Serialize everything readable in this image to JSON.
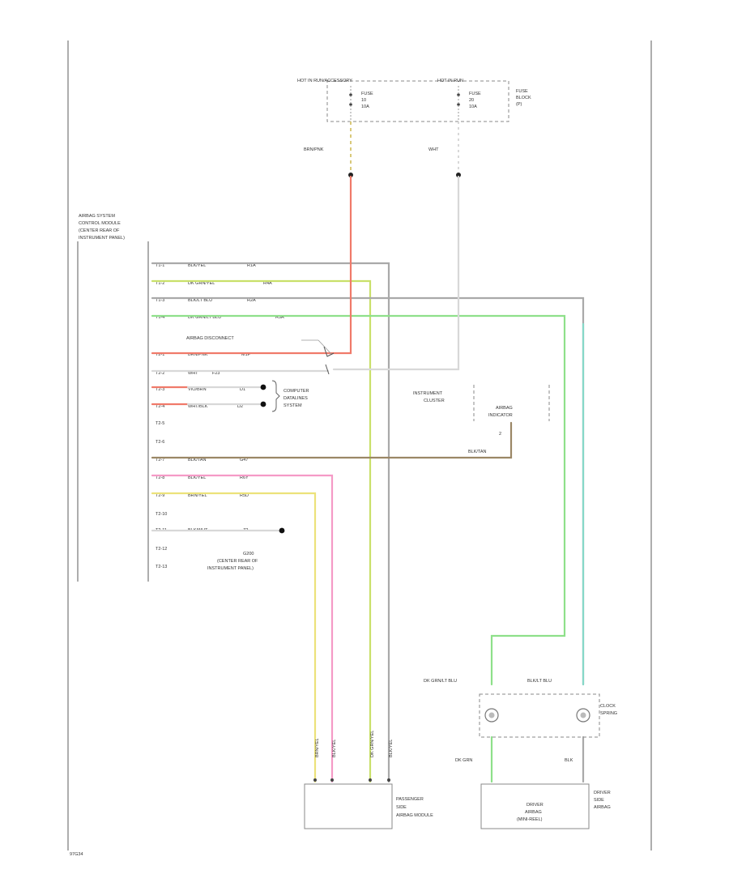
{
  "colors": {
    "red": "#f07a6a",
    "pink": "#f59ac6",
    "yellow": "#ece27a",
    "yellow_green": "#c9e06a",
    "green": "#8ee08a",
    "light_blue": "#86d8c8",
    "brown": "#9b8766",
    "gray": "#a9a9a9",
    "light_gray": "#d8d8d8",
    "black": "#111111"
  },
  "fuse_block": {
    "left_header": "HOT IN RUN/ACCESSORY",
    "right_header": "HOT IN RUN",
    "side_label": [
      "FUSE",
      "BLOCK",
      "(P)"
    ],
    "fuse_left": [
      "FUSE",
      "10",
      "10A"
    ],
    "fuse_right": [
      "FUSE",
      "20",
      "10A"
    ],
    "wire_left_label": "BRN/PNK",
    "wire_right_label": "WHT"
  },
  "module": {
    "label_lines": [
      "AIRBAG SYSTEM",
      "CONTROL MODULE",
      "(CENTER REAR OF",
      "INSTRUMENT PANEL)"
    ]
  },
  "pins": [
    {
      "pin": "T1-1",
      "color_name": "BLK/YEL",
      "code": "R1A"
    },
    {
      "pin": "T1-2",
      "color_name": "DK GRN/YEL",
      "code": "R4A"
    },
    {
      "pin": "T1-3",
      "color_name": "BLK/LT BLU",
      "code": "R2A"
    },
    {
      "pin": "T1-4",
      "color_name": "DK GRN/LT BLU",
      "code": "R3A"
    },
    {
      "pin": "T2-1",
      "color_name": "BRN/PNK",
      "code": "M1F"
    },
    {
      "pin": "T2-2",
      "color_name": "WHT",
      "code": "F23"
    },
    {
      "pin": "T2-3",
      "color_name": "VIO/BRN",
      "code": "D1"
    },
    {
      "pin": "T2-4",
      "color_name": "WHT/BLK",
      "code": "D2"
    },
    {
      "pin": "T2-5",
      "color_name": "",
      "code": ""
    },
    {
      "pin": "T2-6",
      "color_name": "",
      "code": ""
    },
    {
      "pin": "T2-7",
      "color_name": "BLK/TAN",
      "code": "G47"
    },
    {
      "pin": "T2-8",
      "color_name": "BLK/YEL",
      "code": "R6Y"
    },
    {
      "pin": "T2-9",
      "color_name": "BRN/YEL",
      "code": "R5D"
    },
    {
      "pin": "T2-10",
      "color_name": "",
      "code": ""
    },
    {
      "pin": "T2-11",
      "color_name": "BLK/WHT",
      "code": "Z2"
    },
    {
      "pin": "T2-12",
      "color_name": "",
      "code": ""
    },
    {
      "pin": "T2-13",
      "color_name": "",
      "code": ""
    }
  ],
  "labels": {
    "airbag_disconnect": "AIRBAG DISCONNECT",
    "ccd_lines": [
      "COMPUTER",
      "DATALINES",
      "SYSTEM"
    ],
    "instrument_cluster_lines": [
      "INSTRUMENT",
      "CLUSTER"
    ],
    "airbag_indicator_lines": [
      "AIRBAG",
      "INDICATOR"
    ],
    "indicator_pin": "2",
    "blk_tan": "BLK/TAN",
    "ground_lines": [
      "G200",
      "(CENTER REAR OF",
      "INSTRUMENT PANEL)"
    ]
  },
  "clockspring": {
    "left_wire_label": "DK GRN/LT BLU",
    "right_wire_label": "BLK/LT BLU",
    "label_lines": [
      "CLOCK",
      "SPRING"
    ],
    "bottom_left_label": "DK GRN",
    "bottom_right_label": "BLK"
  },
  "passenger_airbag": {
    "label_lines": [
      "PASSENGER",
      "SIDE",
      "AIRBAG MODULE"
    ],
    "wire_labels": [
      "BRN/YEL",
      "BLK/YEL",
      "DK GRN/YEL",
      "BLK/YEL"
    ]
  },
  "driver_airbag": {
    "box_lines": [
      "DRIVER",
      "AIRBAG",
      "(MINI-REEL)"
    ],
    "label_lines": [
      "DRIVER",
      "SIDE",
      "AIRBAG"
    ]
  },
  "footer_code": "97G34"
}
